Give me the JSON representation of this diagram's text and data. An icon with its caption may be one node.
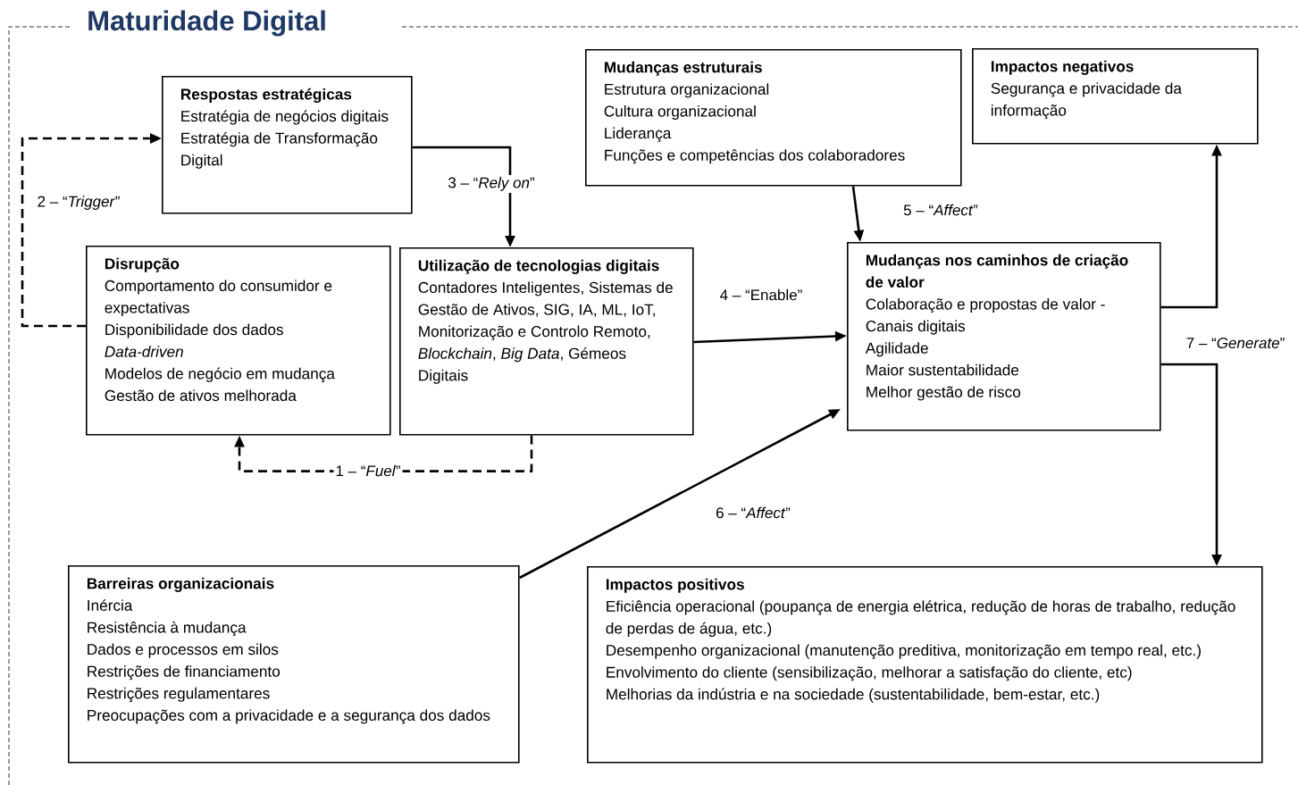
{
  "diagram": {
    "title": "Maturidade Digital",
    "nodes": [
      {
        "text": [
          "Respostas estratégicas",
          "Estratégia de negócios digitais",
          "Estratégia de Transformação Digital"
        ]
      },
      {
        "text": [
          "Disrupção",
          "Comportamento do consumidor e expectativas",
          "Disponibilidade dos dados",
          "Data-driven",
          "Modelos de negócio em mudança",
          "Gestão de ativos melhorada"
        ]
      },
      {
        "text": [
          "Utilização de tecnologias digitais",
          "Contadores Inteligentes, Sistemas de Gestão de Ativos, SIG, IA, ML, IoT, Monitorização e Controlo Remoto, *Blockchain*, *Big Data*, Gémeos Digitais"
        ]
      },
      {
        "text": [
          "Mudanças estruturais",
          "Estrutura organizacional",
          "Cultura organizacional",
          "Liderança",
          "Funções e competências dos colaboradores"
        ]
      },
      {
        "text": [
          "Impactos negativos",
          "Segurança e privacidade da informação"
        ]
      },
      {
        "text": [
          "Mudanças nos caminhos de criação de valor",
          "Colaboração e propostas de valor - Canais digitais",
          "Agilidade",
          "Maior sustentabilidade",
          "Melhor gestão de risco"
        ]
      },
      {
        "text": [
          "Barreiras organizacionais",
          "Inércia",
          "Resistência à mudança",
          "Dados e processos em silos",
          "Restrições de financiamento",
          "Restrições regulamentares",
          "Preocupações com a privacidade e a segurança dos dados"
        ]
      },
      {
        "text": [
          "Impactos positivos",
          "Eficiência operacional (poupança de energia elétrica, redução de horas de trabalho, redução de perdas de água, etc.)",
          "Desempenho organizacional (manutenção preditiva, monitorização em tempo real, etc.)",
          "Envolvimento do cliente (sensibilização, melhorar a satisfação do cliente, etc)",
          "Melhorias da indústria e na sociedade (sustentabilidade, bem-estar, etc.)"
        ]
      }
    ],
    "edges": [
      {
        "from": 2,
        "to": 1,
        "arrow": "to",
        "style": "dashed",
        "label": "1 – “*Fuel*”"
      },
      {
        "from": 1,
        "to": 0,
        "arrow": "to",
        "style": "dashed",
        "label": "2 – “*Trigger*”"
      },
      {
        "from": 0,
        "to": 2,
        "arrow": "to",
        "label": "3 – “*Rely on*”"
      },
      {
        "from": 2,
        "to": 5,
        "arrow": "to",
        "label": "4 – “Enable”"
      },
      {
        "from": 3,
        "to": 5,
        "arrow": "to",
        "label": "5 – “*Affect*”"
      },
      {
        "from": 6,
        "to": 5,
        "arrow": "to",
        "label": "6 – “*Affect*”"
      },
      {
        "from": 5,
        "to": 4,
        "arrow": "to"
      },
      {
        "from": 5,
        "to": 7,
        "arrow": "to",
        "label": "7 – “*Generate*”"
      }
    ]
  }
}
